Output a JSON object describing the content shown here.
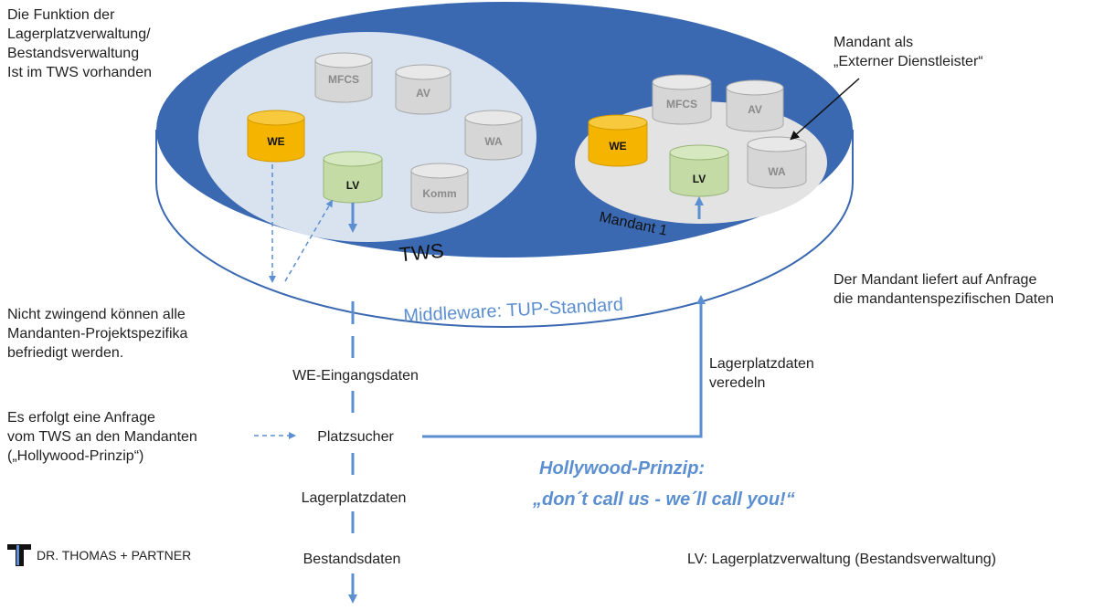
{
  "notes": {
    "function_note": "Die Funktion der\nLagerplatzverwaltung/\nBestandsverwaltung\nIst im TWS vorhanden",
    "mandant_note": "Mandant als\n„Externer Dienstleister“",
    "not_all_note": "Nicht zwingend können alle\nMandanten-Projektspezifika\nbefriedigt werden.",
    "request_note": "Es erfolgt eine Anfrage\nvom TWS an den Mandanten\n(„Hollywood-Prinzip“)",
    "delivers_note": "Der Mandant liefert auf Anfrage\ndie mandantenspezifischen Daten",
    "refine_note": "Lagerplatzdaten\nveredeln",
    "legend_note": "LV: Lagerplatzverwaltung (Bestandsverwaltung)"
  },
  "tws": {
    "label": "TWS",
    "cylinders": {
      "mfcs": "MFCS",
      "av": "AV",
      "we": "WE",
      "wa": "WA",
      "lv": "LV",
      "komm": "Komm"
    }
  },
  "mandant": {
    "label": "Mandant 1",
    "cylinders": {
      "mfcs": "MFCS",
      "av": "AV",
      "we": "WE",
      "lv": "LV",
      "wa": "WA"
    }
  },
  "middleware": {
    "label": "Middleware: TUP-Standard"
  },
  "flow": {
    "step1": "WE-Eingangsdaten",
    "step2": "Platzsucher",
    "step3": "Lagerplatzdaten",
    "step4": "Bestandsdaten"
  },
  "hollywood": {
    "line1": "Hollywood-Prinzip:",
    "line2": "„don´t call us - we´ll call you!“"
  },
  "logo": {
    "text": "DR. THOMAS + PARTNER"
  },
  "colors": {
    "platform_blue": "#3a69b2",
    "middleware_text": "#5b8fd1",
    "arrow_blue": "#5b8fd1",
    "we_orange": "#f5b400",
    "lv_green": "#c4dba6",
    "cylinder_grey": "#d6d6d6"
  }
}
